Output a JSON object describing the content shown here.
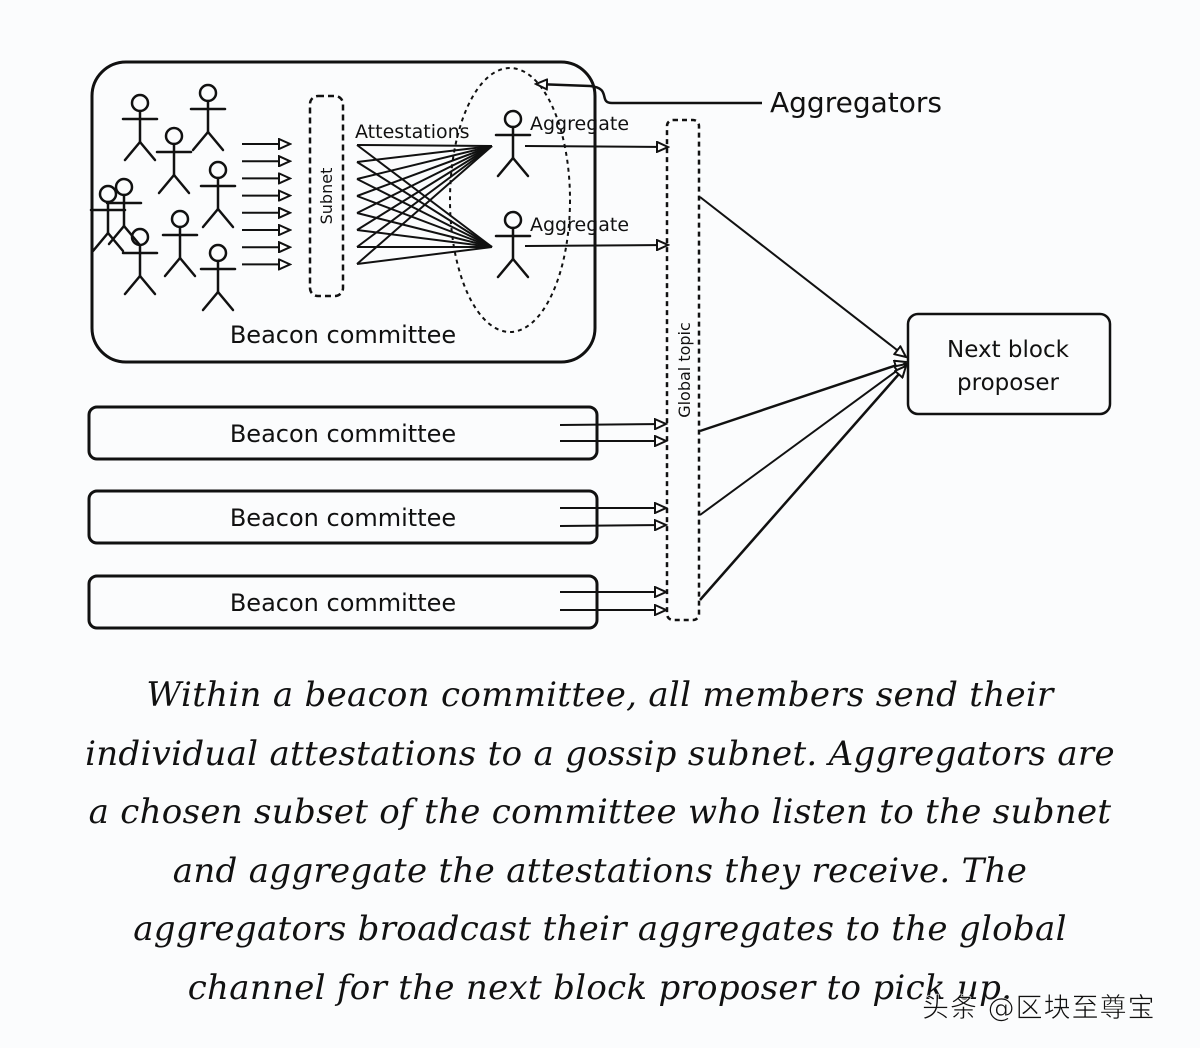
{
  "diagram": {
    "main_committee": {
      "label": "Beacon committee",
      "member_count": 9,
      "attestation_arrow_count": 8
    },
    "subnet_label": "Subnet",
    "attestations_label": "Attestations",
    "aggregators_label": "Aggregators",
    "aggregators": [
      {
        "label": "Aggregate"
      },
      {
        "label": "Aggregate"
      }
    ],
    "global_topic_label": "Global topic",
    "other_committees": [
      {
        "label": "Beacon committee"
      },
      {
        "label": "Beacon committee"
      },
      {
        "label": "Beacon committee"
      }
    ],
    "proposer": {
      "line1": "Next block",
      "line2": "proposer"
    }
  },
  "caption": {
    "lines": [
      "Within a beacon committee, all members send their",
      "individual attestations to a gossip subnet. Aggregators are",
      "a chosen subset of the committee who listen to the subnet",
      "and aggregate the attestations they receive. The",
      "aggregators broadcast their aggregates to the global",
      "channel for the next block proposer to pick up."
    ]
  },
  "watermark": "头条 @区块至尊宝"
}
